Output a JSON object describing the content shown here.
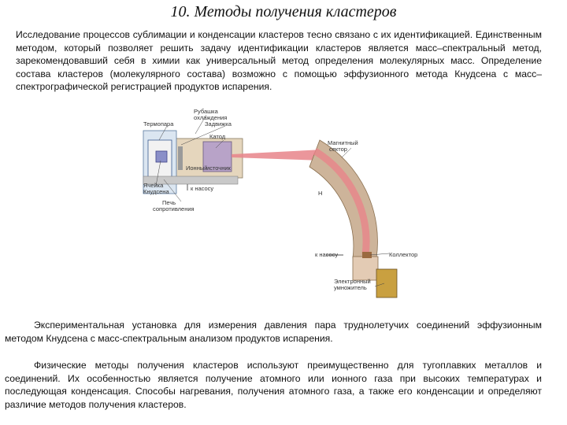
{
  "title": "10. Методы получения кластеров",
  "intro": "Исследование процессов сублимации и конденсации кластеров тесно связано с их идентификацией. Единственным методом, который позволяет решить задачу идентификации кластеров является масс–спектральный метод, зарекомендовавший себя в химии как универсальный метод определения молекулярных масс. Определение состава кластеров (молекулярного состава) возможно с помощью эффузионного метода Кнудсена с масс–спектрографической регистрацией продуктов испарения.",
  "diagram": {
    "labels": {
      "shield": "Рубашка",
      "shield2": "охлаждения",
      "thermocouple": "Термопара",
      "valve": "Задвижка",
      "cathode": "Катод",
      "ion_source": "Ионный",
      "ion_source2": "источник",
      "knudsen_cell": "Ячейка",
      "knudsen_cell2": "Кнудсена",
      "furnace": "Печь",
      "furnace2": "сопротивления",
      "to_pump1": "к насосу",
      "magnetic_sector": "Магнитный",
      "magnetic_sector2": "сектор",
      "field": "H",
      "to_pump2": "к насосу",
      "collector": "Коллектор",
      "multiplier": "Электронный",
      "multiplier2": "умножитель"
    },
    "colors": {
      "beam": "#e8848a",
      "magnet": "#cdb49a",
      "source": "#d9c7a8",
      "chamber": "#cfdbe8",
      "cell": "#8a8fc8",
      "detector": "#c9a040"
    }
  },
  "caption": "Экспериментальная установка для измерения давления пара труднолетучих соединений эффузионным методом Кнудсена с масс-спектральным анализом продуктов испарения.",
  "physical": "Физические методы получения кластеров используют преимущественно для тугоплавких металлов и соединений. Их особенностью является получение атомного или ионного газа при высоких температурах и последующая конденсация. Способы нагревания, получения атомного газа, а также его конденсации и определяют различие методов получения кластеров."
}
